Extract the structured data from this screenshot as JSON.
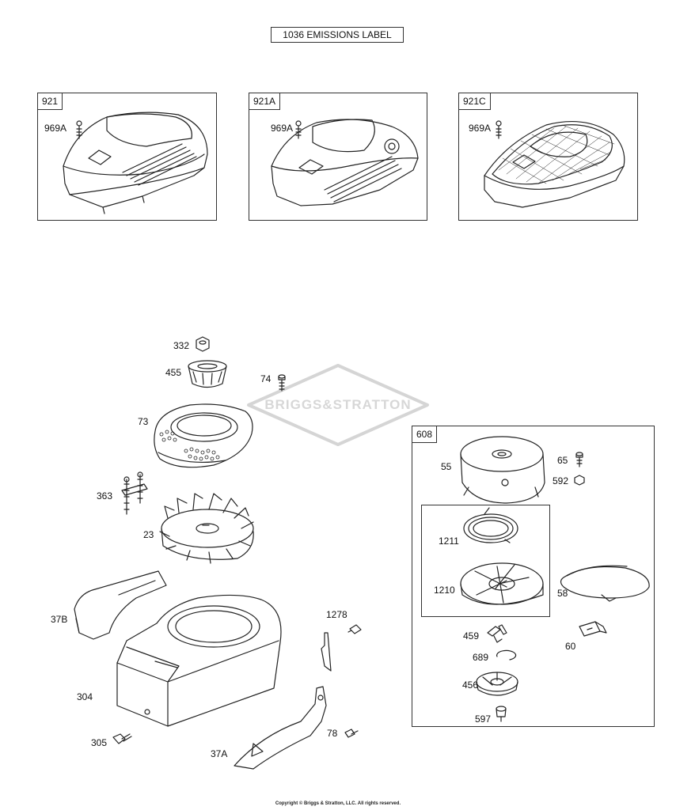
{
  "emissions_label": "1036 EMISSIONS LABEL",
  "watermark": "BRIGGS&STRATTON",
  "copyright": "Copyright © Briggs & Stratton, LLC. All rights reserved.",
  "boxes": {
    "b921": "921",
    "b921a": "921A",
    "b921c": "921C",
    "b608": "608"
  },
  "parts": {
    "p969a_1": "969A",
    "p969a_2": "969A",
    "p969a_3": "969A",
    "p332": "332",
    "p455": "455",
    "p74": "74",
    "p73": "73",
    "p363": "363",
    "p23": "23",
    "p37b": "37B",
    "p1278": "1278",
    "p304": "304",
    "p305": "305",
    "p78": "78",
    "p37a": "37A",
    "p55": "55",
    "p65": "65",
    "p592": "592",
    "p1211": "1211",
    "p1210": "1210",
    "p58": "58",
    "p459": "459",
    "p60": "60",
    "p689": "689",
    "p456": "456",
    "p597": "597"
  }
}
